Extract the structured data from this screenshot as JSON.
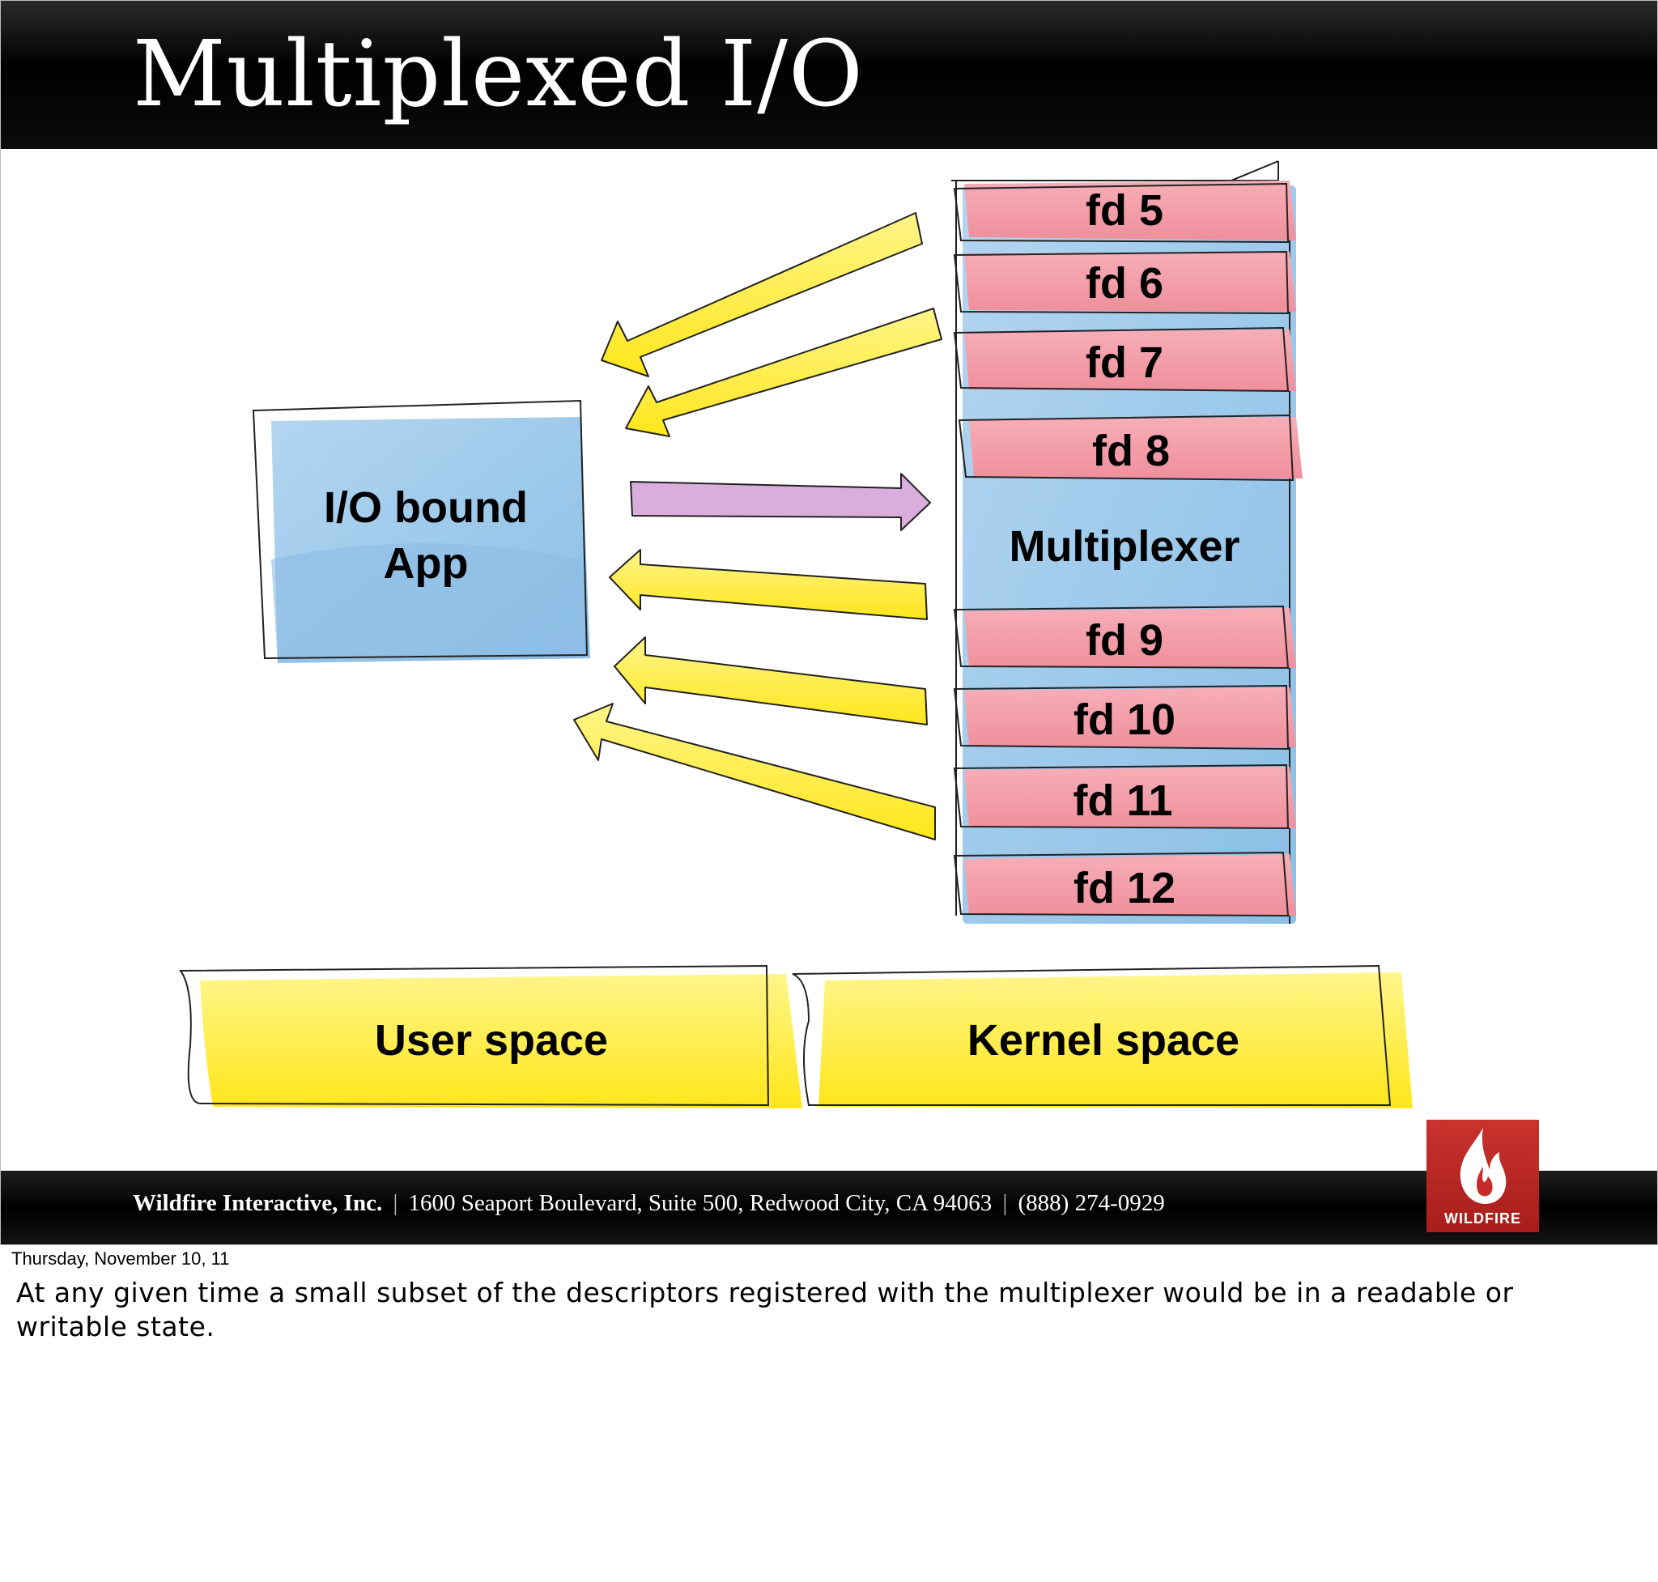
{
  "slide": {
    "title": "Multiplexed I/O",
    "colors": {
      "title_bar": "#000000",
      "app_box": "#a9cdec",
      "multiplexer": "#a9cdec",
      "fd_band": "#f4a2ad",
      "read_arrow": "#fff35a",
      "write_arrow": "#d9aedc",
      "space_band": "#fff35a"
    }
  },
  "diagram": {
    "app_label_line1": "I/O bound",
    "app_label_line2": "App",
    "multiplexer_label": "Multiplexer",
    "fds": {
      "fd5": "fd 5",
      "fd6": "fd 6",
      "fd7": "fd 7",
      "fd8": "fd 8",
      "fd9": "fd 9",
      "fd10": "fd 10",
      "fd11": "fd 11",
      "fd12": "fd 12"
    },
    "user_space": "User space",
    "kernel_space": "Kernel space"
  },
  "footer": {
    "company": "Wildfire Interactive, Inc.",
    "separator": "|",
    "address": "1600 Seaport Boulevard, Suite 500, Redwood City, CA 94063",
    "phone": "(888) 274-0929"
  },
  "logo": {
    "icon": "flame-icon",
    "word": "WILDFIRE"
  },
  "notes": {
    "date": "Thursday, November 10, 11",
    "text": "At any given time a small subset of the descriptors registered with the multiplexer would be in a readable or writable state."
  }
}
